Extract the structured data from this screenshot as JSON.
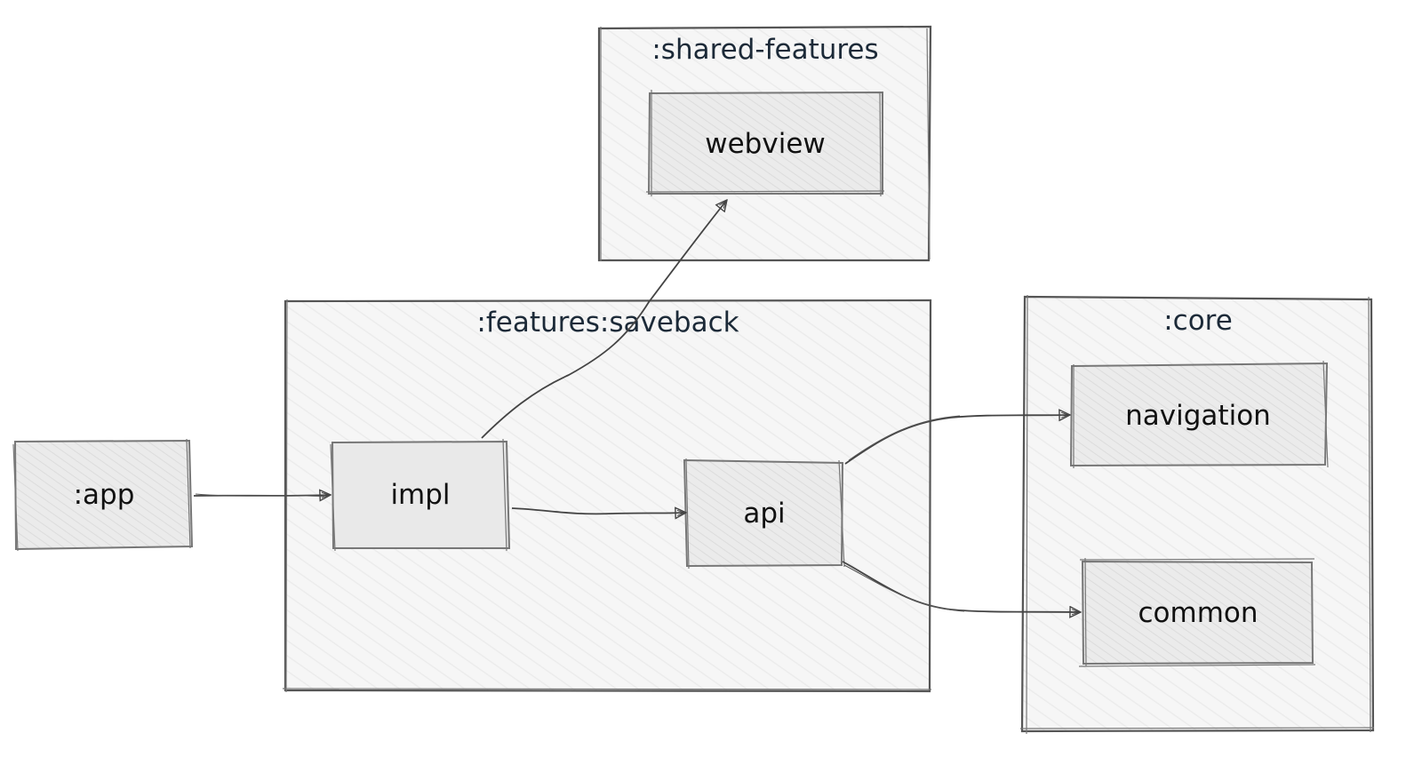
{
  "groups": {
    "shared_features": ":shared-features",
    "features_saveback": ":features:saveback",
    "core": ":core"
  },
  "nodes": {
    "webview": "webview",
    "app": ":app",
    "impl": "impl",
    "api": "api",
    "navigation": "navigation",
    "common": "common"
  },
  "edges": [
    {
      "from": ":app",
      "to": "impl"
    },
    {
      "from": "impl",
      "to": "api"
    },
    {
      "from": "impl",
      "to": "webview"
    },
    {
      "from": "api",
      "to": "navigation"
    },
    {
      "from": "api",
      "to": "common"
    }
  ],
  "colors": {
    "frame_fill": "#f8f8f8",
    "frame_stroke": "#555555",
    "node_fill": "#e9e9e9",
    "edge": "#444444",
    "group_label": "#1c2a38"
  }
}
